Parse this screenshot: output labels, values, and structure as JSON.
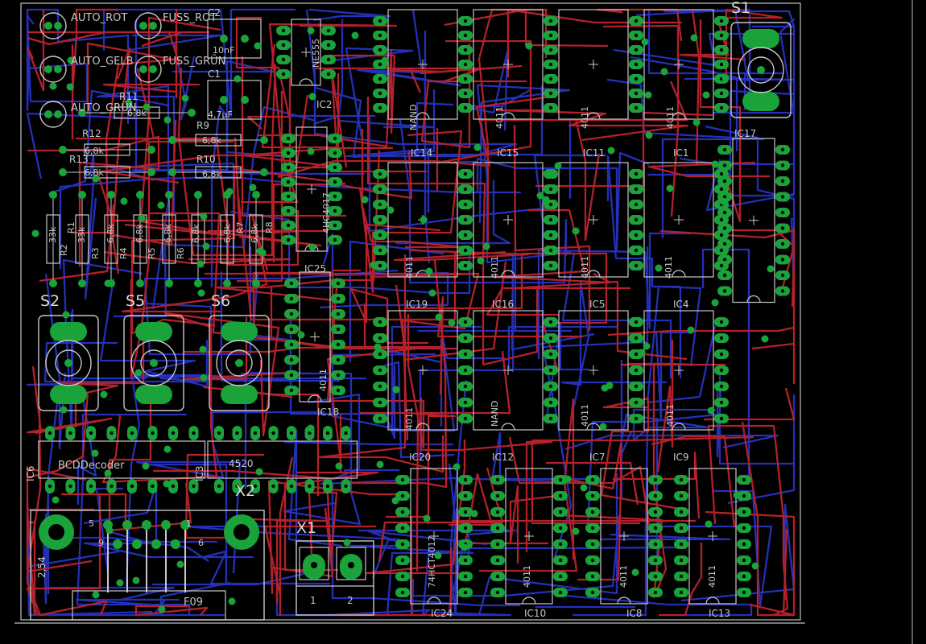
{
  "board": {
    "colors": {
      "background": "#000000",
      "board_outline": "#c0c0c0",
      "top_trace": "#b3212b",
      "bottom_trace": "#2430b8",
      "pad": "#1aa33a",
      "silkscreen": "#c8c8c8"
    }
  },
  "labels": {
    "led_auto_rot": "AUTO_ROT",
    "led_fuss_rot": "FUSS_ROT",
    "led_auto_gelb": "AUTO_GELB",
    "led_fuss_gruen": "FUSS_GRÜN",
    "led_auto_gruen": "AUTO_GRÜN",
    "c2": "C2",
    "c2_value": "10nF",
    "c1": "C1",
    "c1_value": "4,7µF",
    "r11": "R11",
    "r11_value": "6,8k",
    "r12": "R12",
    "r13": "R13",
    "r9": "R9",
    "r10": "R10",
    "r_6k8": "6,8k",
    "r1": "R1",
    "r2": "R2",
    "r3": "R3",
    "r4": "R4",
    "r5": "R5",
    "r6": "R6",
    "r7": "R7",
    "r8": "R8",
    "r_33k": "33k",
    "r_68k": "6,8k",
    "s1": "S1",
    "s2": "S2",
    "s5": "S5",
    "s6": "S6",
    "ic1": "IC1",
    "ic2": "IC2",
    "ic2_type": "NE555",
    "ic4": "IC4",
    "ic5": "IC5",
    "ic7": "IC7",
    "ic8": "IC8",
    "ic9": "IC9",
    "ic10": "IC10",
    "ic11": "IC11",
    "ic12": "IC12",
    "ic13": "IC13",
    "ic14": "IC14",
    "ic15": "IC15",
    "ic16": "IC16",
    "ic17": "IC17",
    "ic18": "IC18",
    "ic19": "IC19",
    "ic20": "IC20",
    "ic24": "IC24",
    "ic25": "IC25",
    "ic3": "IC3",
    "ic6": "IC6",
    "type_4011": "4011",
    "type_nand": "NAND",
    "type_74hct": "74HCT4017",
    "type_4hc": "4HC4017",
    "type_bcd": "BCDDecoder",
    "type_4520": "4520",
    "x1": "X1",
    "x2": "X2",
    "x1_pin1": "1",
    "x1_pin2": "2",
    "sub_d_pitch": "2,54",
    "sub_d_type": "F09",
    "sub_d_pin5": "5",
    "sub_d_pin1": "1",
    "sub_d_pin9": "9",
    "sub_d_pin6": "6"
  }
}
